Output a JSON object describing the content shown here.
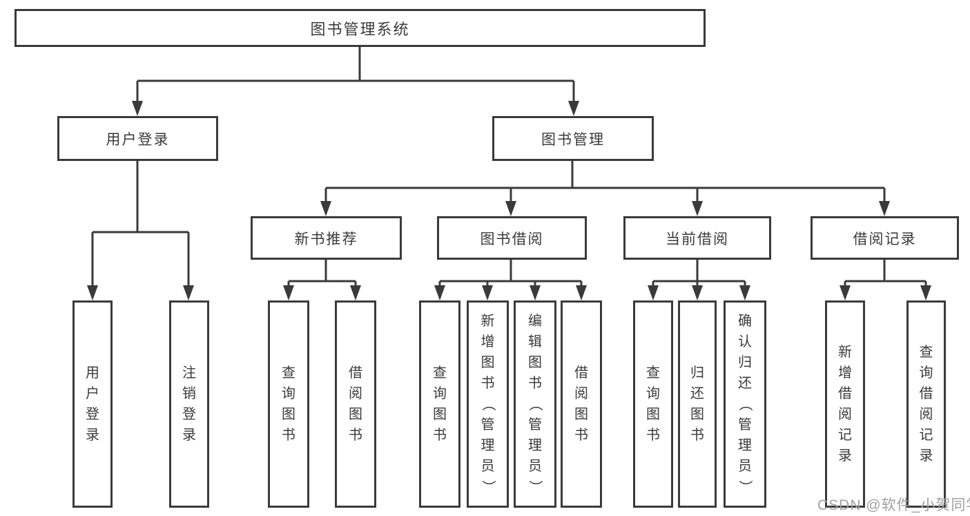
{
  "colors": {
    "line": "#3a3a3a",
    "text": "#3a3a3a",
    "box_background": "#ffffff",
    "watermark": "#a0a0a0"
  },
  "diagram": {
    "root": {
      "label": "图书管理系统"
    },
    "level2": {
      "user_login": {
        "label": "用户登录"
      },
      "book_mgmt": {
        "label": "图书管理"
      }
    },
    "level3": {
      "new_book_rec": {
        "label": "新书推荐"
      },
      "book_borrow": {
        "label": "图书借阅"
      },
      "current_borrow": {
        "label": "当前借阅"
      },
      "borrow_records": {
        "label": "借阅记录"
      }
    },
    "leaves": {
      "user_login_child1": {
        "label": "用户登录"
      },
      "user_login_child2": {
        "label": "注销登录"
      },
      "new_book_child1": {
        "label": "查询图书"
      },
      "new_book_child2": {
        "label": "借阅图书"
      },
      "borrow_child1": {
        "label": "查询图书"
      },
      "borrow_child2": {
        "label": "新增图书（管理员）"
      },
      "borrow_child3": {
        "label": "编辑图书（管理员）"
      },
      "borrow_child4": {
        "label": "借阅图书"
      },
      "current_child1": {
        "label": "查询图书"
      },
      "current_child2": {
        "label": "归还图书"
      },
      "current_child3": {
        "label": "确认归还（管理员）"
      },
      "records_child1": {
        "label": "新增借阅记录"
      },
      "records_child2": {
        "label": "查询借阅记录"
      }
    }
  },
  "watermark": {
    "text": "CSDN @软件_小贺同学"
  }
}
